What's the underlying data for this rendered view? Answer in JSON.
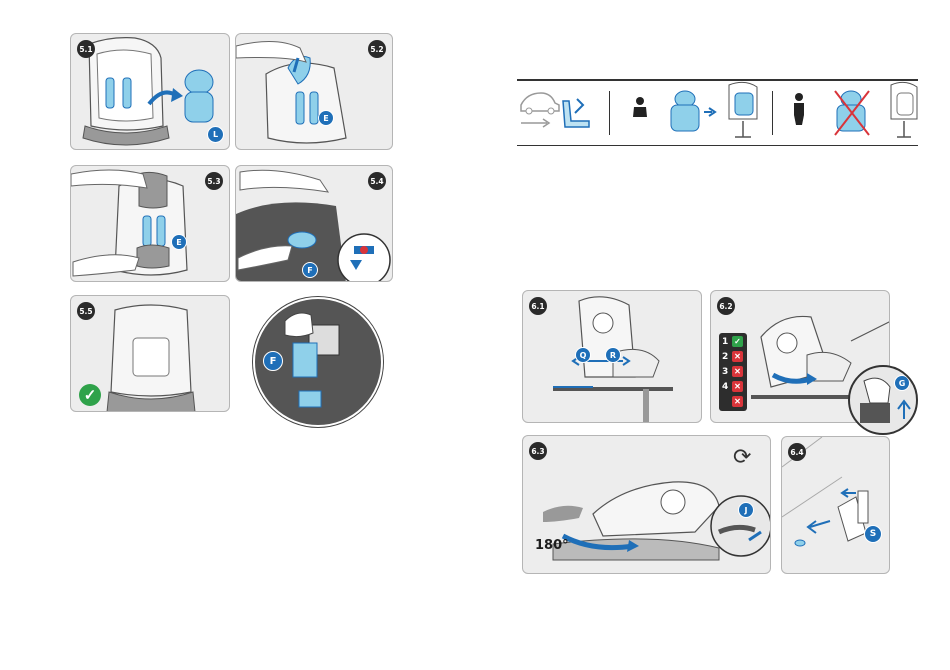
{
  "colors": {
    "accent_blue": "#1f6fb8",
    "light_blue": "#8fd0ea",
    "check_green": "#2fa24a",
    "cross_red": "#d9343a",
    "panel_bg": "#ededed"
  },
  "left_page": {
    "panels": [
      {
        "step": "5.1",
        "markers": [
          "L"
        ]
      },
      {
        "step": "5.2",
        "markers": [
          "E"
        ]
      },
      {
        "step": "5.3",
        "markers": [
          "E"
        ]
      },
      {
        "step": "5.4",
        "markers": [
          "F"
        ]
      },
      {
        "step": "5.5",
        "status_icon": "check-icon"
      }
    ],
    "detail_callout": {
      "marker": "F"
    }
  },
  "right_page": {
    "usage_strip": {
      "icons": [
        "car-icon",
        "arrow-right-icon",
        "car-seat-icon",
        "infant-icon",
        "insert-cushion-icon",
        "arrow-right-icon",
        "seat-with-insert-icon",
        "child-icon",
        "insert-crossed-icon",
        "seat-without-insert-icon"
      ]
    },
    "panels": [
      {
        "step": "6.1",
        "markers": [
          "Q",
          "R"
        ]
      },
      {
        "step": "6.2",
        "markers": [
          "G"
        ],
        "checklist": [
          {
            "num": "1",
            "state": "ok"
          },
          {
            "num": "2",
            "state": "no"
          },
          {
            "num": "3",
            "state": "no"
          },
          {
            "num": "4",
            "state": "no"
          },
          {
            "num": "",
            "state": "no"
          }
        ]
      },
      {
        "step": "6.3",
        "markers": [
          "J"
        ],
        "rotation_label": "180°",
        "icon": "rotate-icon"
      },
      {
        "step": "6.4",
        "markers": [
          "S"
        ]
      }
    ]
  }
}
